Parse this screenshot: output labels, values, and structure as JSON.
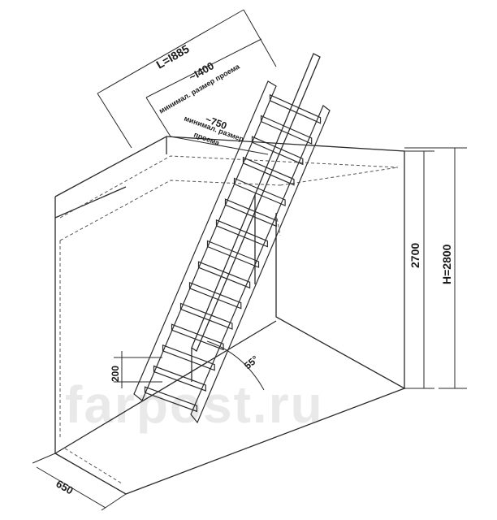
{
  "dimensions": {
    "length_total": "L=I885",
    "opening_length": "~I400",
    "opening_length_note": "минимал. размер проема",
    "opening_width": "~750",
    "opening_width_note_1": "минимал. размер",
    "opening_width_note_2": "проема",
    "floor_height": "2700",
    "total_height": "H=2800",
    "step_rise": "200",
    "angle": "55°",
    "stair_width": "650"
  },
  "watermark": "farpost.ru",
  "colors": {
    "line": "#2a2a2a",
    "dash": "#555555",
    "background": "#ffffff"
  },
  "stair": {
    "steps": 15
  }
}
